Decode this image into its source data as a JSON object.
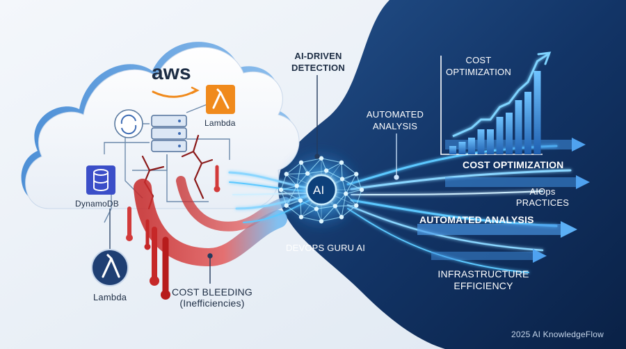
{
  "diagram": {
    "cloud": {
      "brand": "aws",
      "services": {
        "lambda_label": "Lambda",
        "dynamodb_label": "DynamoDB"
      }
    },
    "left_labels": {
      "lambda_bottom": "Lambda",
      "cost_bleeding_line1": "COST BLEEDING",
      "cost_bleeding_line2": "(Inefficiencies)"
    },
    "ai": {
      "badge": "AI",
      "detection_line1": "AI-DRIVEN",
      "detection_line2": "DETECTION",
      "devops_guru": "DEVOPS GURU AI"
    },
    "right_labels": {
      "automated_analysis_top_line1": "AUTOMATED",
      "automated_analysis_top_line2": "ANALYSIS",
      "cost_optimization_chart_line1": "COST",
      "cost_optimization_chart_line2": "OPTIMIZATION",
      "cost_optimization": "COST OPTIMIZATION",
      "aiops_line1": "AIOps",
      "aiops_line2": "PRACTICES",
      "automated_analysis": "AUTOMATED ANALYSIS",
      "infra_line1": "INFRASTRUCTURE",
      "infra_line2": "EFFICIENCY"
    },
    "footer": "2025 AI KnowledgeFlow"
  },
  "colors": {
    "background_light": "#eef3f9",
    "navy": "#0e2a52",
    "glow_blue": "#5cc8ff",
    "cost_red": "#c62828",
    "lambda_orange": "#f08a1c",
    "dynamodb_purple": "#3b4ec8"
  },
  "chart_data": {
    "type": "bar",
    "categories": [
      "",
      "",
      "",
      "",
      "",
      "",
      "",
      "",
      "",
      ""
    ],
    "values": [
      1,
      1.5,
      2,
      3,
      3,
      4.5,
      5,
      6.5,
      7.5,
      10
    ],
    "trend": "rising"
  }
}
